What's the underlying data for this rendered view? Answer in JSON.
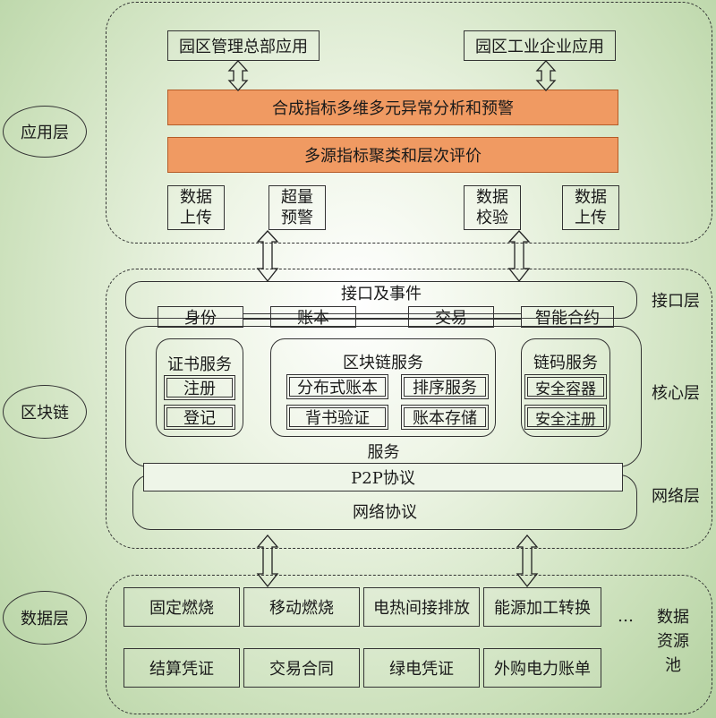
{
  "layers": {
    "app": "应用层",
    "blockchain": "区块链",
    "data": "数据层"
  },
  "app_layer": {
    "hq": "园区管理总部应用",
    "ent": "园区工业企业应用",
    "orange1": "合成指标多维多元异常分析和预警",
    "orange2": "多源指标聚类和层次评价",
    "bottom": [
      {
        "l1": "数据",
        "l2": "上传"
      },
      {
        "l1": "超量",
        "l2": "预警"
      },
      {
        "l1": "数据",
        "l2": "校验"
      },
      {
        "l1": "数据",
        "l2": "上传"
      }
    ]
  },
  "blockchain_layer": {
    "interface_layer": "接口层",
    "core_layer": "核心层",
    "network_layer": "网络层",
    "interface_events": "接口及事件",
    "interface_items": [
      "身份",
      "账本",
      "交易",
      "智能合约"
    ],
    "cert": {
      "title": "证书服务",
      "items": [
        "注册",
        "登记"
      ]
    },
    "chain": {
      "title": "区块链服务",
      "items": [
        "分布式账本",
        "排序服务",
        "背书验证",
        "账本存储"
      ]
    },
    "chaincode": {
      "title": "链码服务",
      "items": [
        "安全容器",
        "安全注册"
      ]
    },
    "service": "服务",
    "p2p": "P2P协议",
    "network": "网络协议"
  },
  "data_layer": {
    "row1": [
      "固定燃烧",
      "移动燃烧",
      "电热间接排放",
      "能源加工转换"
    ],
    "row2": [
      "结算凭证",
      "交易合同",
      "绿电凭证",
      "外购电力账单"
    ],
    "ellipsis": "…",
    "pool": [
      "数据",
      "资源",
      "池"
    ]
  },
  "colors": {
    "orange": "#f09a62",
    "line": "#333333",
    "bg_center": "#ffffff",
    "bg_edge": "#b3d1a0"
  }
}
